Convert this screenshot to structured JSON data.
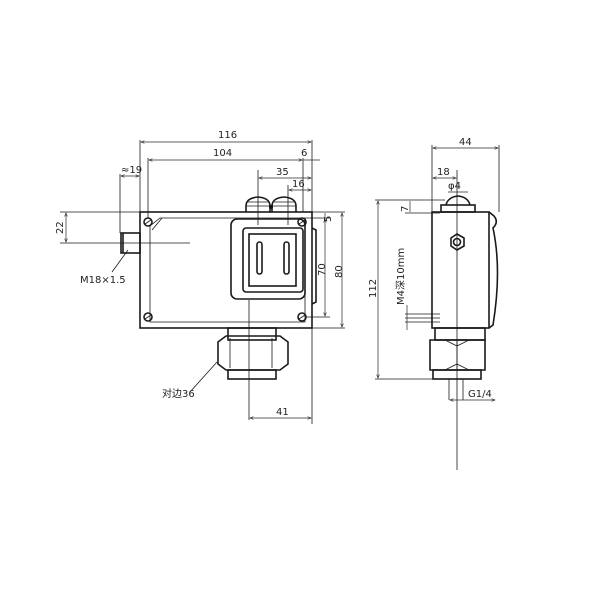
{
  "drawing": {
    "front_view": {
      "dimensions": {
        "overall_width": "116",
        "inner_width": "104",
        "right_offset": "6",
        "cable_gland_span": "35",
        "gland_offset": "16",
        "fitting_length": "≈19",
        "fitting_height": "22",
        "top_margin": "5",
        "inner_height": "70",
        "overall_height": "80",
        "port_offset": "41"
      },
      "labels": {
        "thread_spec": "M18×1.5",
        "hex_size": "对边36"
      }
    },
    "side_view": {
      "dimensions": {
        "overall_depth": "44",
        "center_offset": "18",
        "diameter": "φ4",
        "cap_height": "7",
        "overall_height": "112",
        "mount_thread": "M4深10mm"
      },
      "labels": {
        "port_thread": "G1/4"
      }
    }
  }
}
